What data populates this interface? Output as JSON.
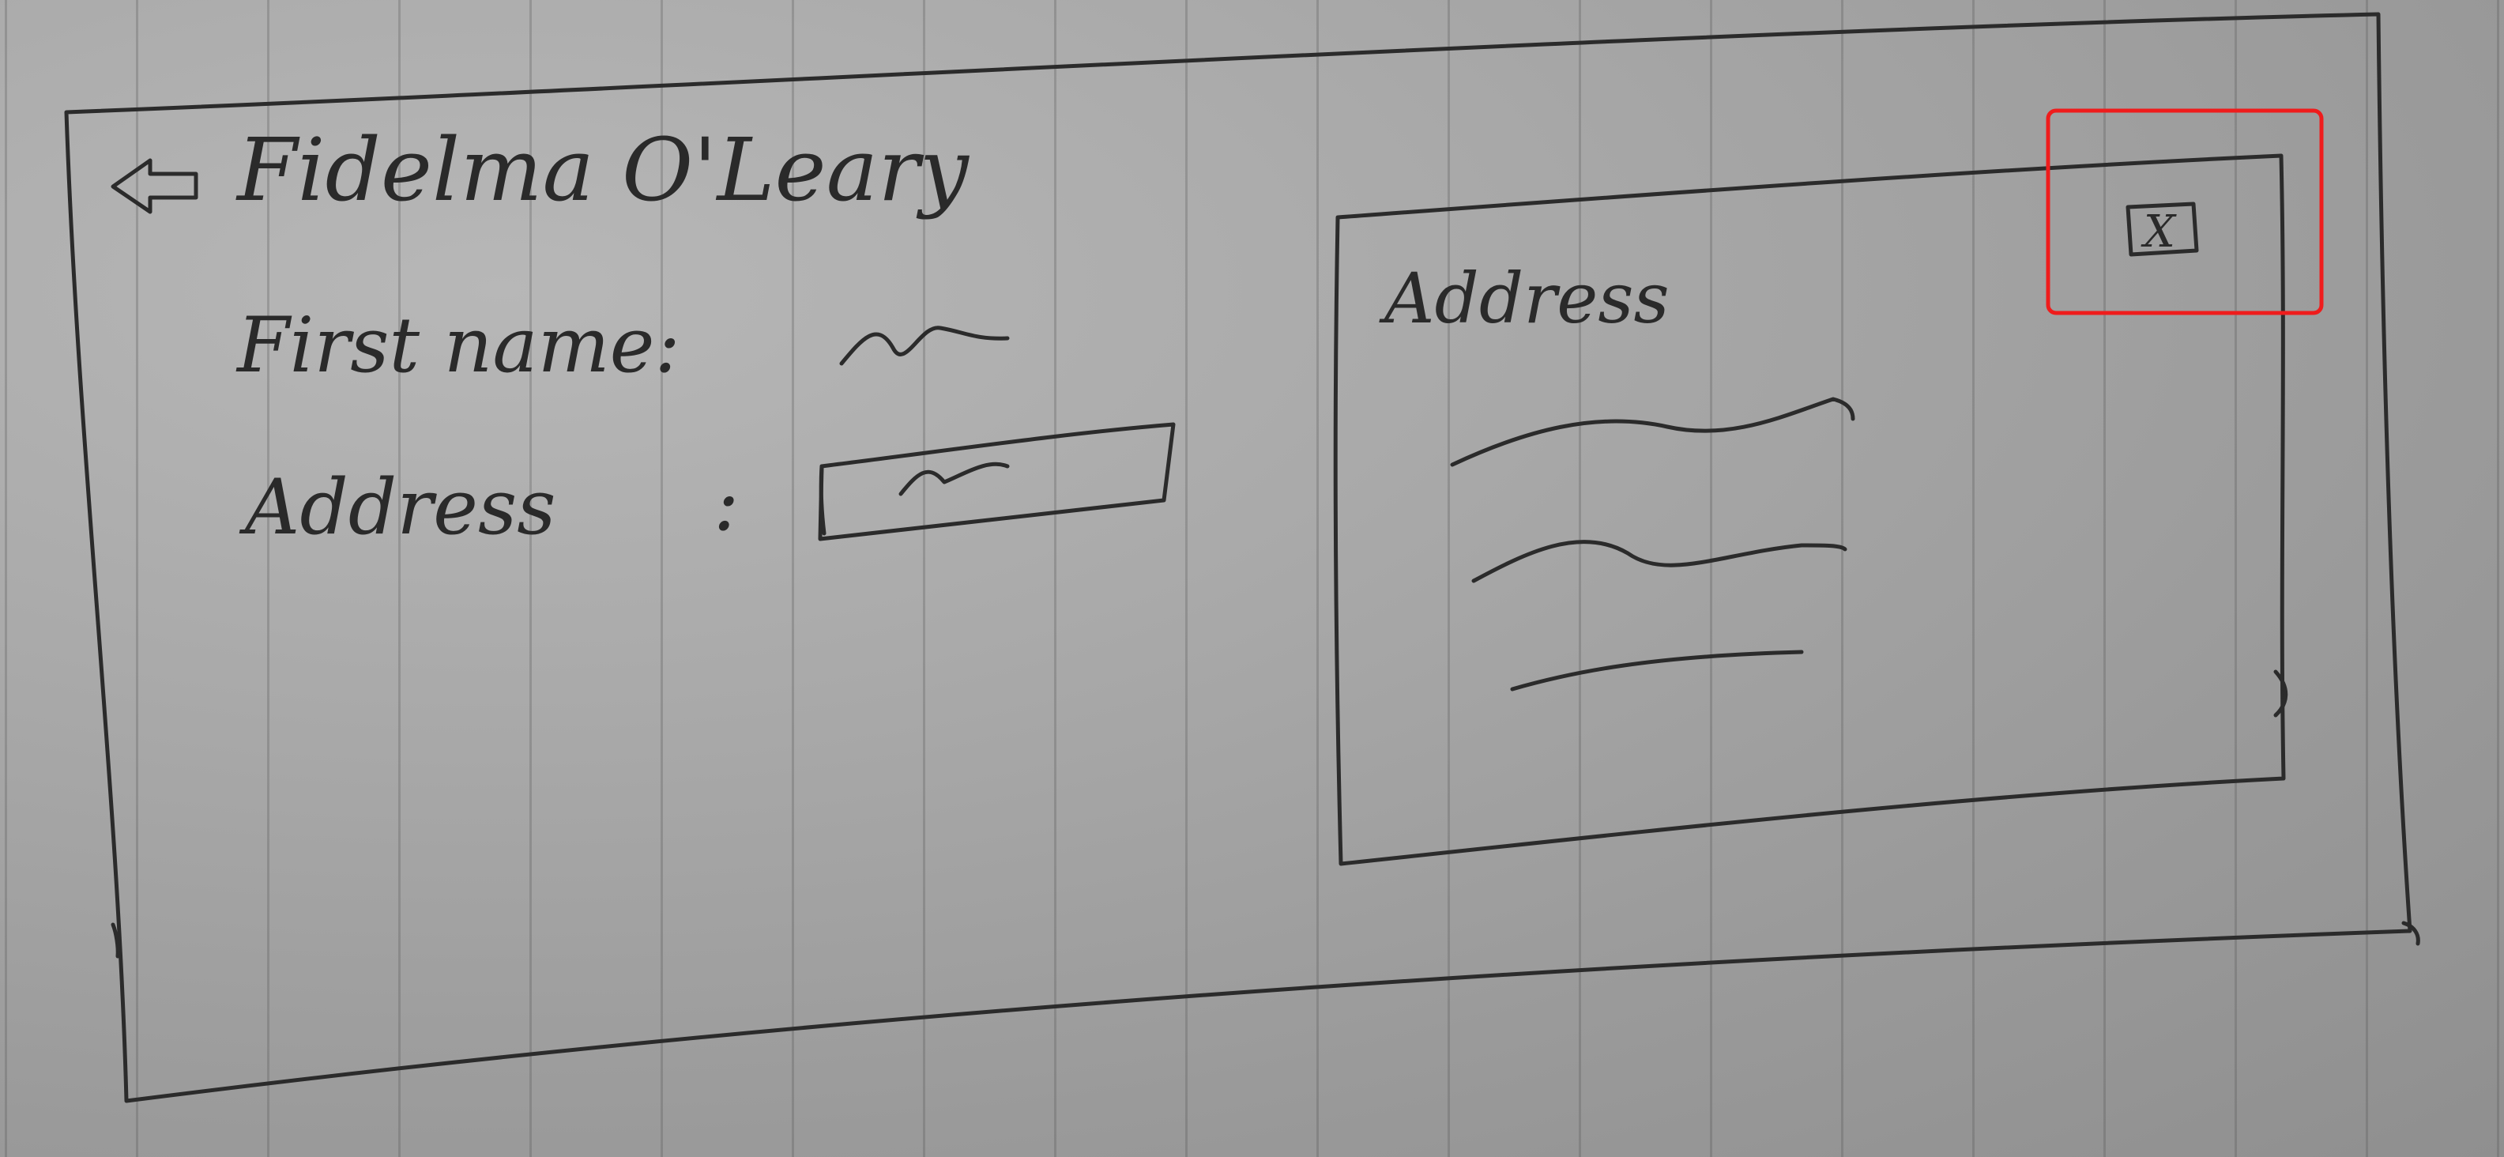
{
  "header": {
    "back_icon": "back-arrow-icon",
    "title": "Fidelma O'Leary"
  },
  "form": {
    "first_name_label": "First name:",
    "address_label": "Address",
    "address_colon": ":"
  },
  "address_panel": {
    "title": "Address",
    "close_icon": "close-icon",
    "close_label": "X"
  },
  "colors": {
    "ink": "#2b2b2b",
    "highlight": "#ef1c1c",
    "paper": "#a8a8a8"
  }
}
